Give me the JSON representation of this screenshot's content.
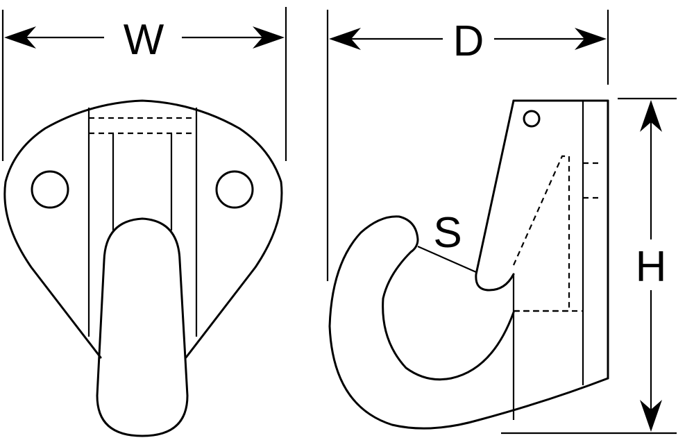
{
  "dimensions": {
    "width_label": "W",
    "depth_label": "D",
    "height_label": "H",
    "throat_label": "S"
  },
  "colors": {
    "line": "#000000",
    "hook_fill": "#fbe3e3",
    "background": "#ffffff"
  }
}
